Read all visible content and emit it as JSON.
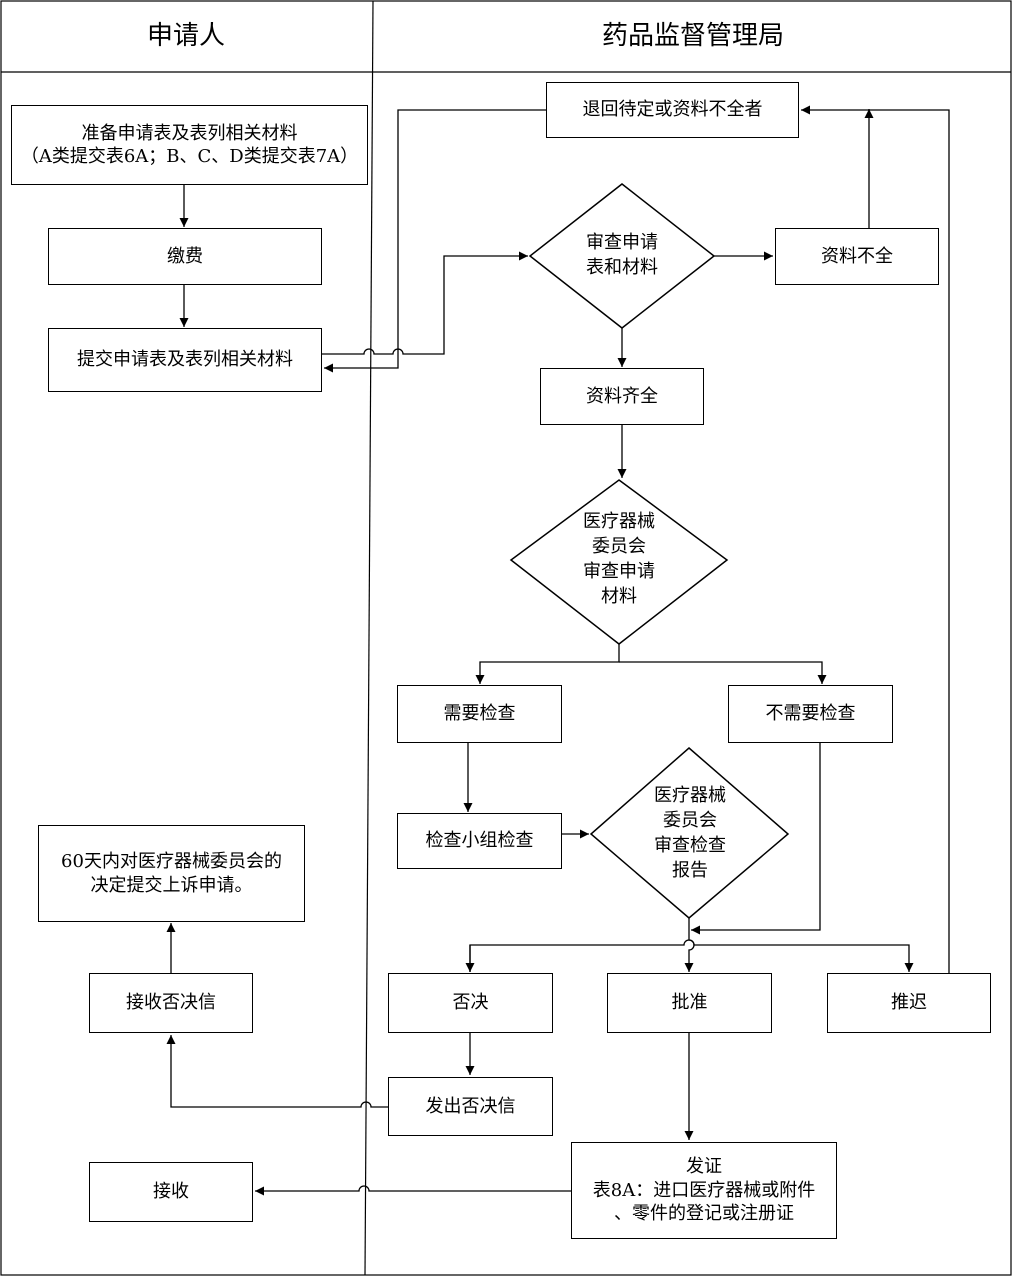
{
  "lanes": {
    "applicant": "申请人",
    "agency": "药品监督管理局"
  },
  "nodes": {
    "prepare": "准备申请表及表列相关材料\n（A类提交表6A；B、C、D类提交表7A）",
    "pay": "缴费",
    "submit": "提交申请表及表列相关材料",
    "returned": "退回待定或资料不全者",
    "review_docs": "审查申请\n表和材料",
    "incomplete": "资料不全",
    "complete": "资料齐全",
    "committee_review": "医疗器械\n委员会\n审查申请\n材料",
    "need_inspection": "需要检查",
    "no_inspection": "不需要检查",
    "group_inspection": "检查小组检查",
    "committee_report": "医疗器械\n委员会\n审查检查\n报告",
    "appeal": "60天内对医疗器械委员会的\n决定提交上诉申请。",
    "receive_rejection": "接收否决信",
    "reject": "否决",
    "approve": "批准",
    "postpone": "推迟",
    "send_rejection": "发出否决信",
    "issue_cert": "发证\n表8A：进口医疗器械或附件\n、零件的登记或注册证",
    "receive": "接收"
  },
  "colors": {
    "line": "#000000",
    "background": "#ffffff"
  }
}
